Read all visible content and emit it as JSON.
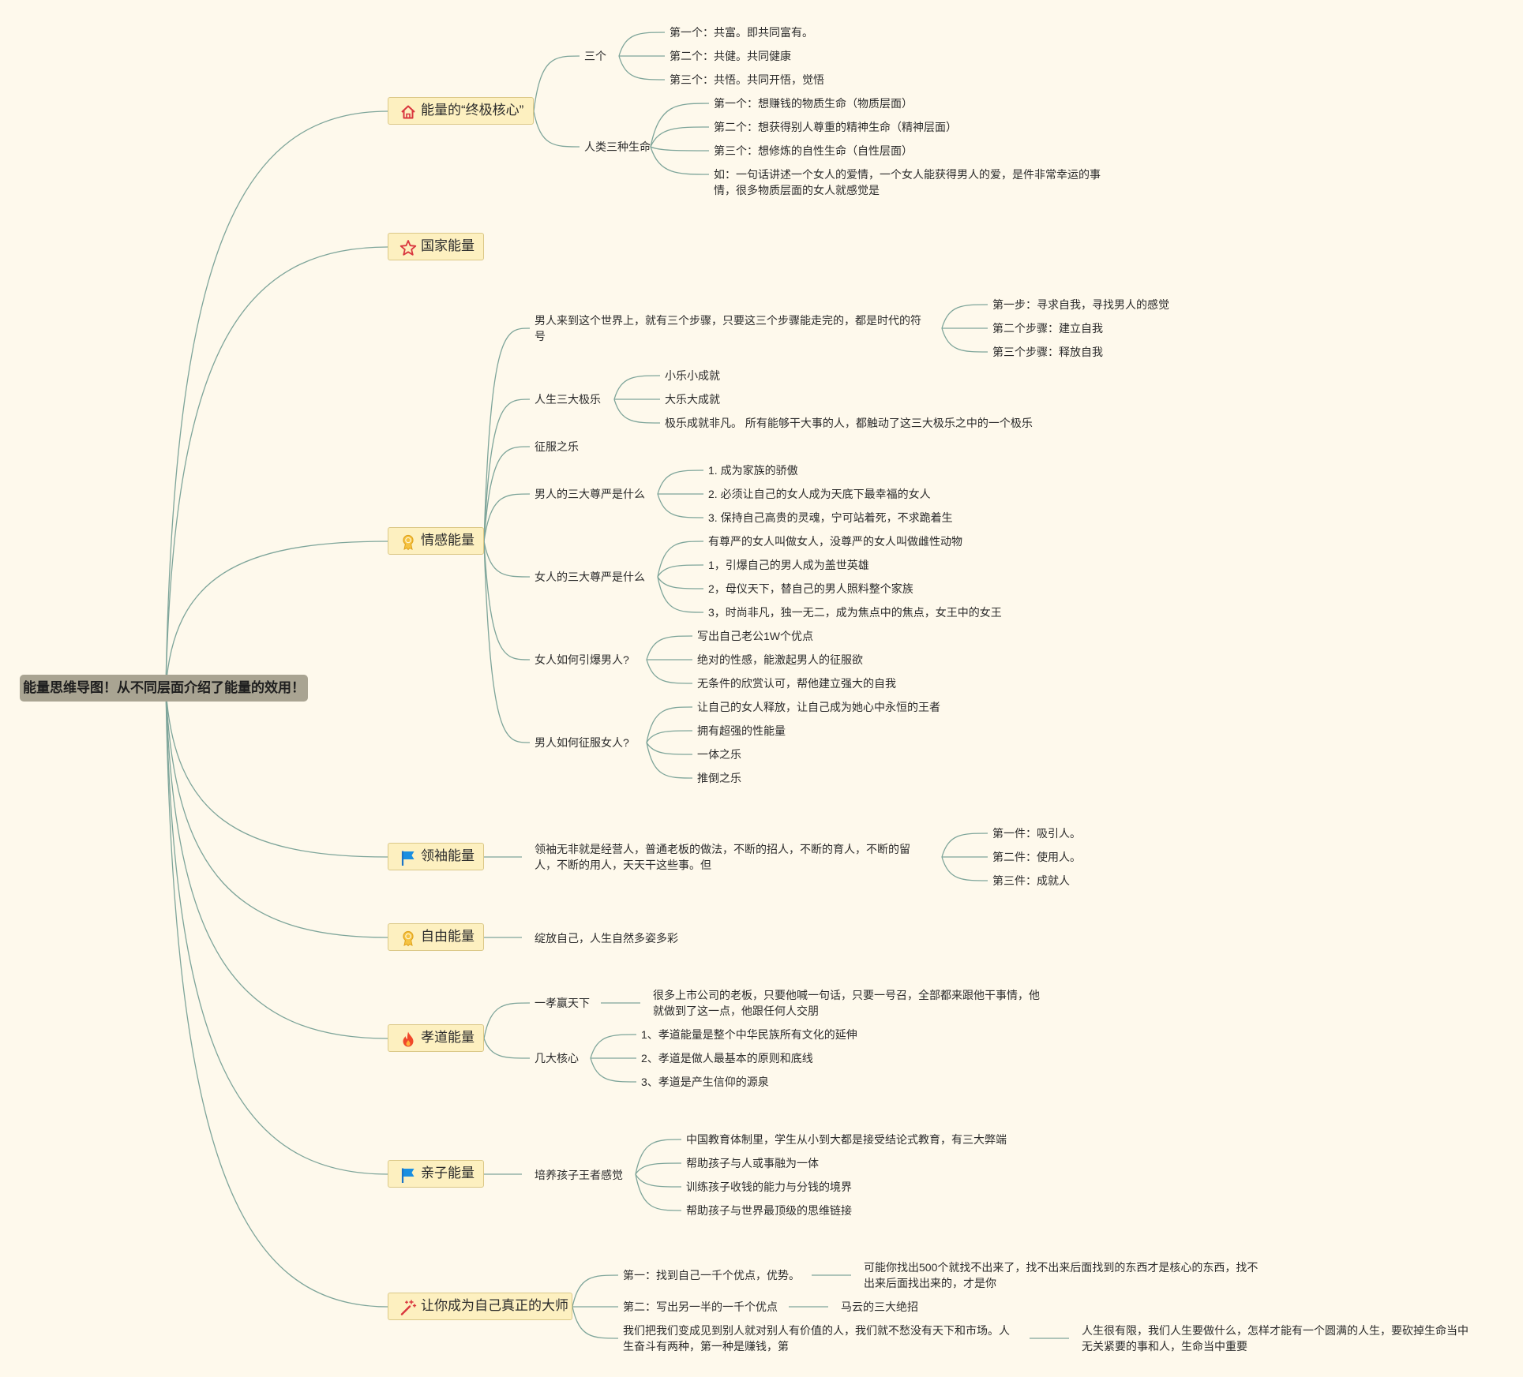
{
  "root": "能量思维导图！从不同层面介绍了能量的效用！",
  "topics": {
    "ultimate_core": {
      "label": "能量的“终极核心”",
      "icon": "house-icon",
      "three": {
        "label": "三个",
        "items": [
          "第一个：共富。即共同富有。",
          "第二个：共健。共同健康",
          "第三个：共悟。共同开悟，觉悟"
        ]
      },
      "three_lives": {
        "label": "人类三种生命",
        "items": [
          "第一个：想赚钱的物质生命（物质层面）",
          "第二个：想获得别人尊重的精神生命（精神层面）",
          "第三个：想修炼的自性生命（自性层面）",
          "如：一句话讲述一个女人的爱情，一个女人能获得男人的爱，是件非常幸运的事情，很多物质层面的女人就感觉是"
        ]
      }
    },
    "national": {
      "label": "国家能量",
      "icon": "star-icon"
    },
    "emotional": {
      "label": "情感能量",
      "icon": "award-icon",
      "steps": {
        "label": "男人来到这个世界上，就有三个步骤，只要这三个步骤能走完的，都是时代的符号",
        "items": [
          "第一步：寻求自我，寻找男人的感觉",
          "第二个步骤：建立自我",
          "第三个步骤：释放自我"
        ]
      },
      "joys": {
        "label": "人生三大极乐",
        "items": [
          "小乐小成就",
          "大乐大成就",
          "极乐成就非凡。 所有能够干大事的人，都触动了这三大极乐之中的一个极乐"
        ]
      },
      "conquest": "征服之乐",
      "men_dignity": {
        "label": "男人的三大尊严是什么",
        "items": [
          "1. 成为家族的骄傲",
          "2. 必须让自己的女人成为天底下最幸福的女人",
          "3. 保持自己高贵的灵魂，宁可站着死，不求跪着生"
        ]
      },
      "women_dignity": {
        "label": "女人的三大尊严是什么",
        "items": [
          "有尊严的女人叫做女人，没尊严的女人叫做雌性动物",
          "1，引爆自己的男人成为盖世英雄",
          "2，母仪天下，替自己的男人照料整个家族",
          "3，时尚非凡，独一无二，成为焦点中的焦点，女王中的女王"
        ]
      },
      "ignite_men": {
        "label": "女人如何引爆男人?",
        "items": [
          "写出自己老公1W个优点",
          "绝对的性感，能激起男人的征服欲",
          "无条件的欣赏认可，帮他建立强大的自我"
        ]
      },
      "conquer_women": {
        "label": "男人如何征服女人?",
        "items": [
          "让自己的女人释放，让自己成为她心中永恒的王者",
          "拥有超强的性能量",
          "一体之乐",
          "推倒之乐"
        ]
      }
    },
    "leadership": {
      "label": "领袖能量",
      "icon": "flag-icon",
      "desc": "领袖无非就是经营人，普通老板的做法，不断的招人，不断的育人，不断的留人，不断的用人，天天干这些事。但",
      "items": [
        "第一件：吸引人。",
        "第二件：使用人。",
        "第三件：成就人"
      ]
    },
    "freedom": {
      "label": "自由能量",
      "icon": "award-icon",
      "desc": "绽放自己，人生自然多姿多彩"
    },
    "filial": {
      "label": "孝道能量",
      "icon": "fire-icon",
      "win": {
        "label": "一孝赢天下",
        "detail": "很多上市公司的老板，只要他喊一句话，只要一号召，全部都来跟他干事情，他就做到了这一点，他跟任何人交朋"
      },
      "cores": {
        "label": "几大核心",
        "items": [
          "1、孝道能量是整个中华民族所有文化的延伸",
          "2、孝道是做人最基本的原则和底线",
          "3、孝道是产生信仰的源泉"
        ]
      }
    },
    "parenting": {
      "label": "亲子能量",
      "icon": "flag-icon",
      "child": {
        "label": "培养孩子王者感觉",
        "items": [
          "中国教育体制里，学生从小到大都是接受结论式教育，有三大弊端",
          "帮助孩子与人或事融为一体",
          "训练孩子收钱的能力与分钱的境界",
          "帮助孩子与世界最顶级的思维链接"
        ]
      }
    },
    "master": {
      "label": "让你成为自己真正的大师",
      "icon": "magic-wand-icon",
      "first": {
        "label": "第一：找到自己一千个优点，优势。",
        "detail": "可能你找出500个就找不出来了，找不出来后面找到的东西才是核心的东西，找不出来后面找出来的，才是你"
      },
      "second": {
        "label": "第二：写出另一半的一千个优点",
        "detail": "马云的三大绝招"
      },
      "third": {
        "label": "我们把我们变成见到别人就对别人有价值的人，我们就不愁没有天下和市场。人生奋斗有两种，第一种是赚钱，第",
        "detail": "人生很有限，我们人生要做什么，怎样才能有一个圆满的人生，要砍掉生命当中无关紧要的事和人，生命当中重要"
      }
    }
  }
}
